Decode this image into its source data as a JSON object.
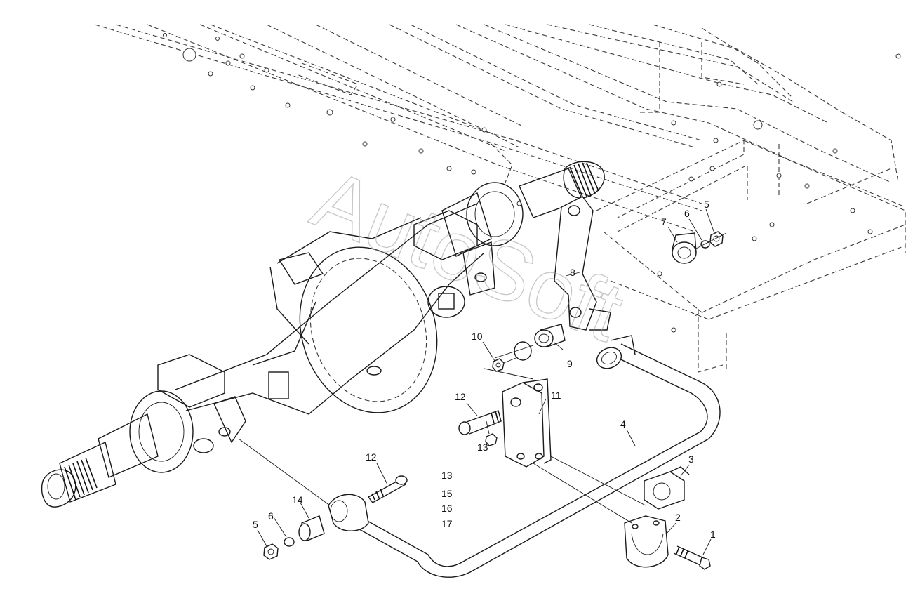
{
  "watermark": "AutoSoft",
  "callouts": {
    "c1": "1",
    "c2": "2",
    "c3": "3",
    "c4": "4",
    "c5a": "5",
    "c5b": "5",
    "c6a": "6",
    "c6b": "6",
    "c7": "7",
    "c8": "8",
    "c9": "9",
    "c10": "10",
    "c11": "11",
    "c12a": "12",
    "c12b": "12",
    "c13a": "13",
    "c13b": "13",
    "c14": "14",
    "c15": "15",
    "c16": "16",
    "c17": "17"
  }
}
